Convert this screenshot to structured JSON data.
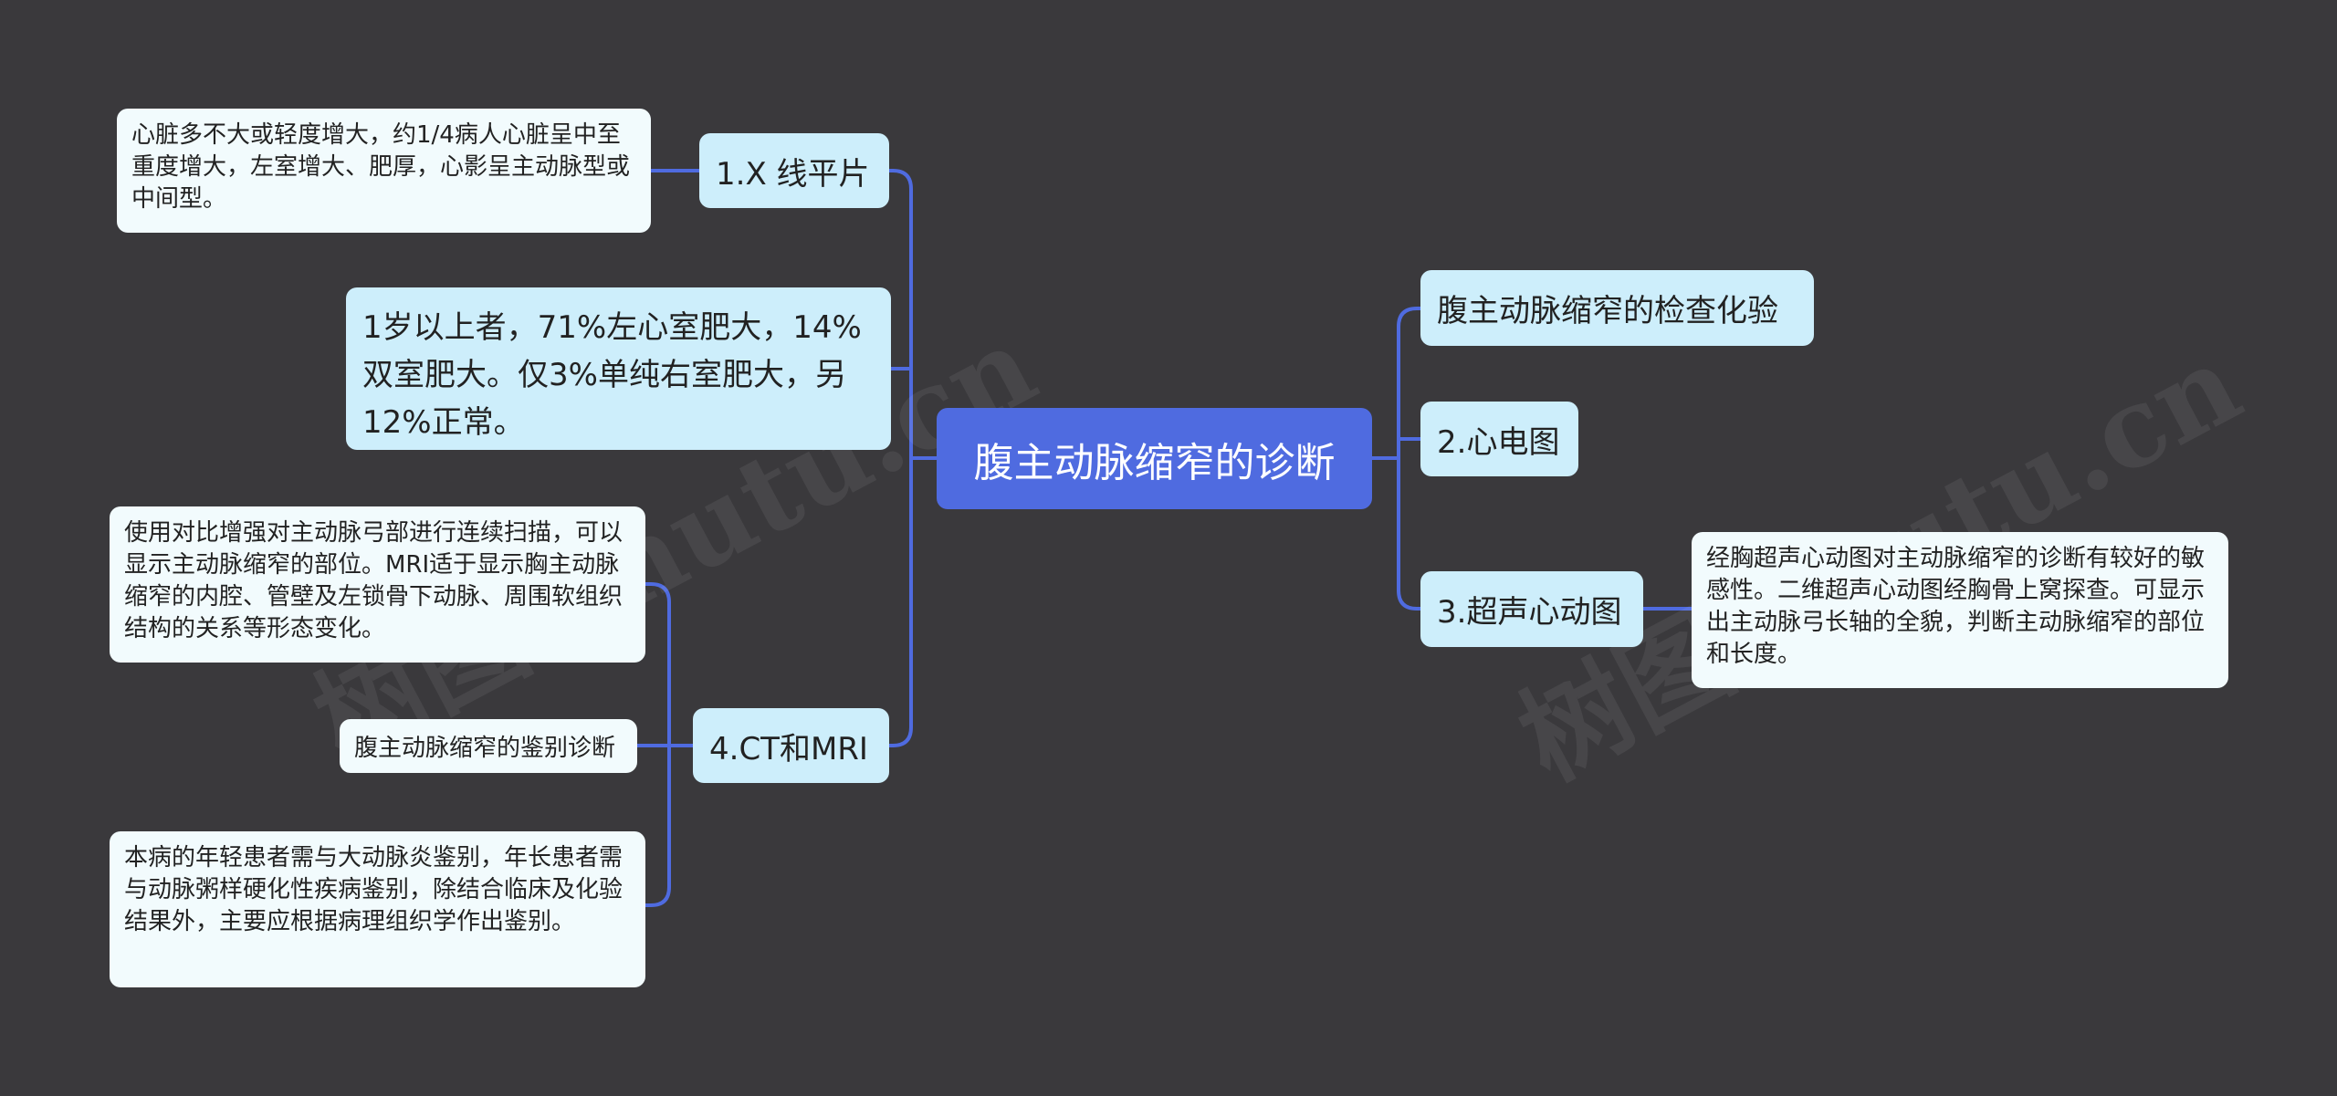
{
  "root": {
    "label": "腹主动脉缩窄的诊断"
  },
  "left": {
    "xray": {
      "label": "1.X 线平片",
      "note": "心脏多不大或轻度增大，约1/4病人心脏呈中至重度增大，左室增大、肥厚，心影呈主动脉型或中间型。"
    },
    "age_stats": {
      "label": "1岁以上者，71%左心室肥大，14%双室肥大。仅3%单纯右室肥大，另12%正常。"
    },
    "ct_mri": {
      "label": "4.CT和MRI",
      "scan_note": "使用对比增强对主动脉弓部进行连续扫描，可以显示主动脉缩窄的部位。MRI适于显示胸主动脉缩窄的内腔、管壁及左锁骨下动脉、周围软组织结构的关系等形态变化。",
      "differential_label": "腹主动脉缩窄的鉴别诊断",
      "differential_note": "本病的年轻患者需与大动脉炎鉴别，年长患者需与动脉粥样硬化性疾病鉴别，除结合临床及化验结果外，主要应根据病理组织学作出鉴别。"
    }
  },
  "right": {
    "lab": {
      "label": "腹主动脉缩窄的检查化验"
    },
    "ecg": {
      "label": "2.心电图"
    },
    "echo": {
      "label": "3.超声心动图",
      "note": "经胸超声心动图对主动脉缩窄的诊断有较好的敏感性。二维超声心动图经胸骨上窝探查。可显示出主动脉弓长轴的全貌，判断主动脉缩窄的部位和长度。"
    }
  },
  "colors": {
    "background": "#3a393c",
    "root": "#4f6be0",
    "branch": "#cdeefb",
    "leaf": "#f2fbfd",
    "connector": "#4f6be0"
  }
}
